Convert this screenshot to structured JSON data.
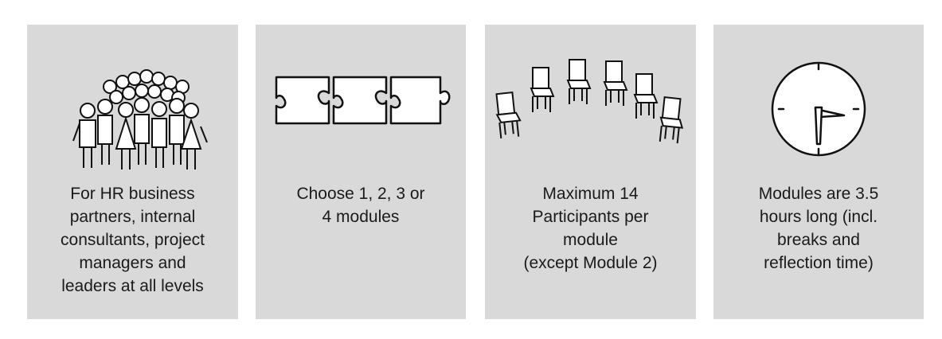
{
  "cards": [
    {
      "icon": "crowd-of-people-icon",
      "text": "For HR business\npartners, internal\nconsultants, project\nmanagers and\nleaders at all levels"
    },
    {
      "icon": "puzzle-pieces-icon",
      "text": "Choose 1, 2, 3 or\n4 modules"
    },
    {
      "icon": "chairs-in-circle-icon",
      "text": "Maximum 14\nParticipants per\nmodule\n(except Module 2)"
    },
    {
      "icon": "clock-icon",
      "text": "Modules are 3.5\nhours long (incl.\nbreaks and\nreflection time)"
    }
  ]
}
